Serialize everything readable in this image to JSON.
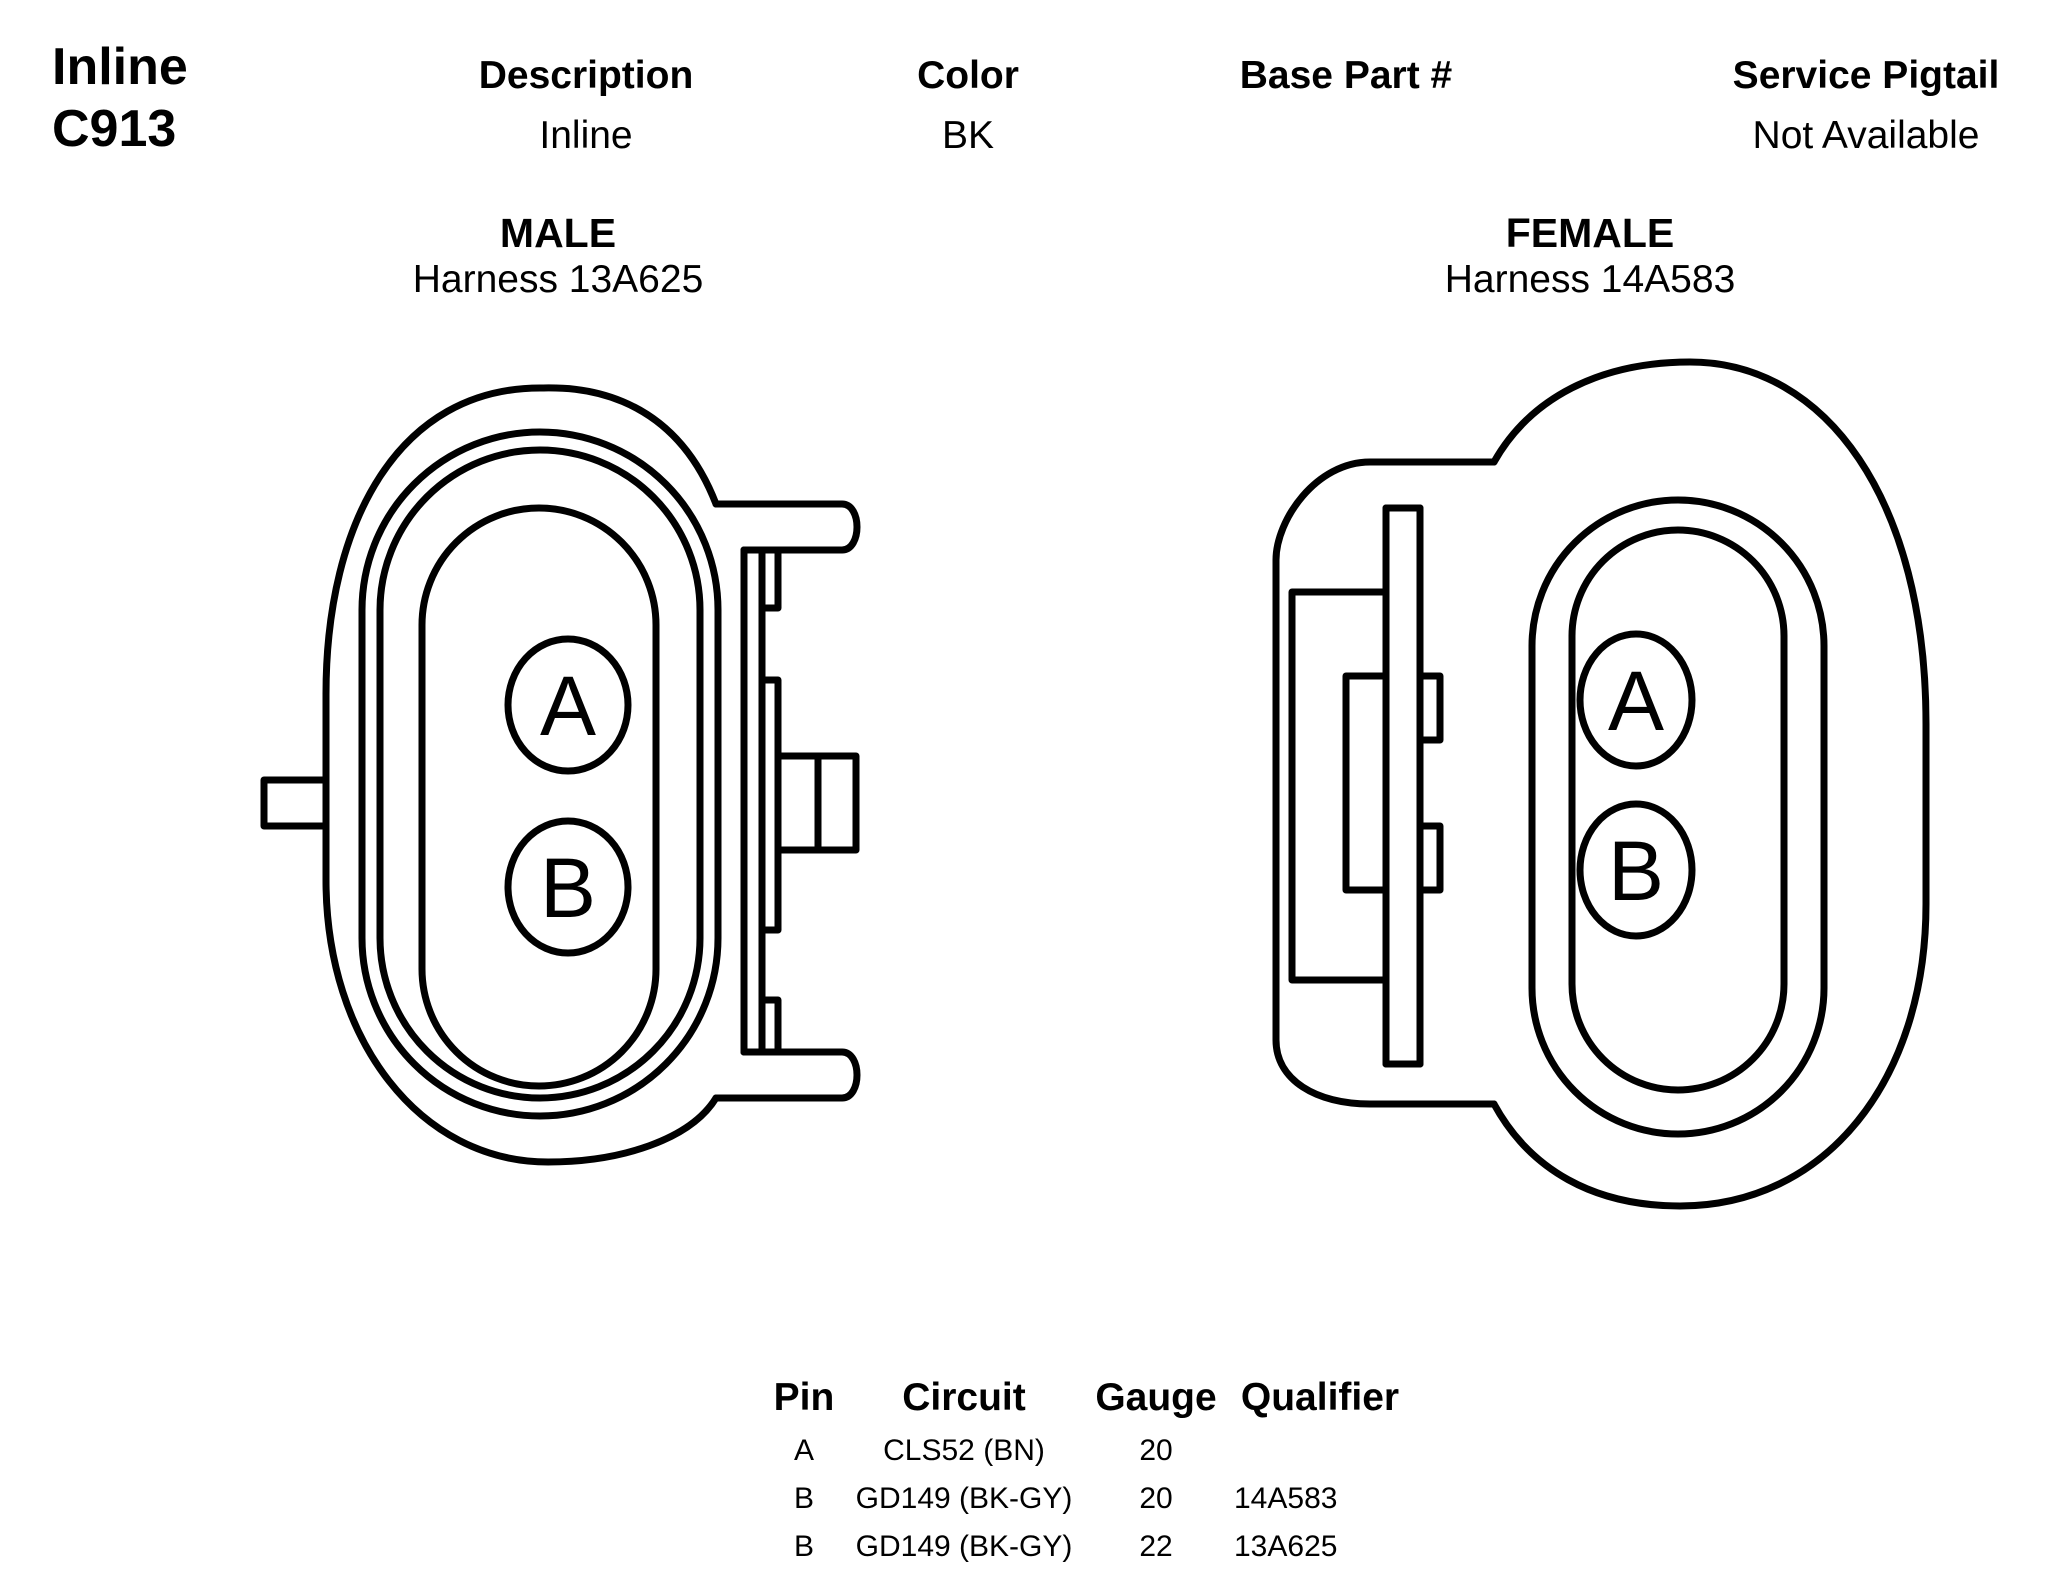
{
  "connector": {
    "type": "Inline",
    "id": "C913"
  },
  "headers": {
    "description": "Description",
    "color": "Color",
    "base_part": "Base Part #",
    "service_pigtail": "Service Pigtail"
  },
  "values": {
    "description": "Inline",
    "color": "BK",
    "base_part": "",
    "service_pigtail": "Not Available"
  },
  "male": {
    "label": "MALE",
    "harness": "Harness  13A625",
    "pins": [
      "A",
      "B"
    ]
  },
  "female": {
    "label": "FEMALE",
    "harness": "Harness  14A583",
    "pins": [
      "A",
      "B"
    ]
  },
  "pin_table": {
    "columns": [
      "Pin",
      "Circuit",
      "Gauge",
      "Qualifier"
    ],
    "rows": [
      {
        "pin": "A",
        "circuit": "CLS52 (BN)",
        "gauge": "20",
        "qualifier": ""
      },
      {
        "pin": "B",
        "circuit": "GD149 (BK-GY)",
        "gauge": "20",
        "qualifier": "14A583"
      },
      {
        "pin": "B",
        "circuit": "GD149 (BK-GY)",
        "gauge": "22",
        "qualifier": "13A625"
      }
    ]
  }
}
